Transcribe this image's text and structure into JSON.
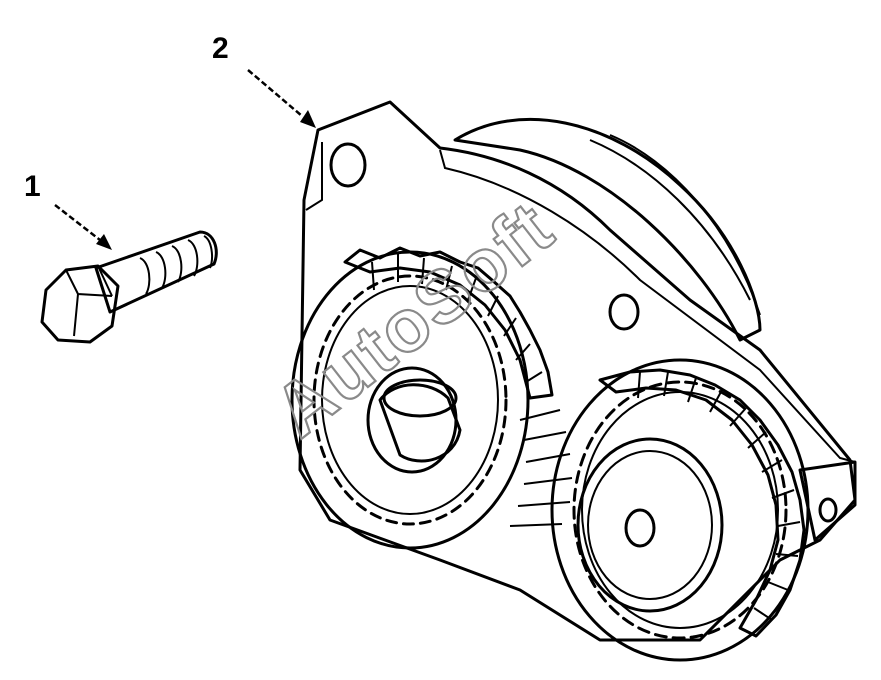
{
  "callouts": [
    {
      "label": "1",
      "part": "bolt"
    },
    {
      "label": "2",
      "part": "pump-assembly"
    }
  ],
  "watermark": {
    "text": "AutoSoft"
  },
  "colors": {
    "ink": "#000000",
    "paper": "#ffffff",
    "watermark": "#8a8a8a"
  }
}
